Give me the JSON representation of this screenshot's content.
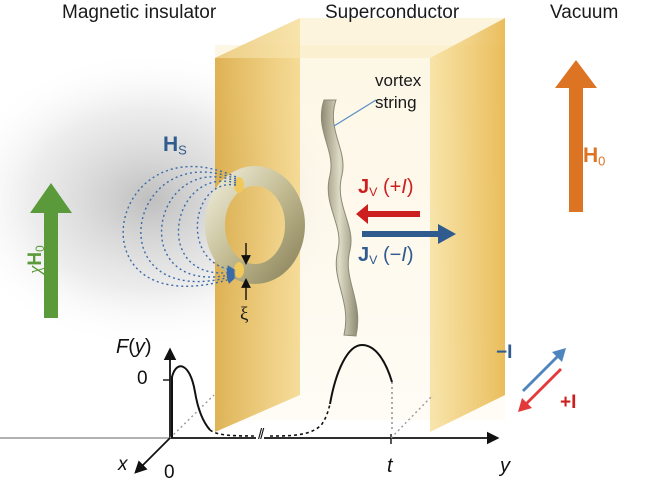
{
  "regions": {
    "magnetic_insulator": "Magnetic insulator",
    "superconductor": "Superconductor",
    "vacuum": "Vacuum"
  },
  "vortex": {
    "line1": "vortex",
    "line2": "string"
  },
  "stray_field": {
    "symbol": "H",
    "sub": "S"
  },
  "induced_field": {
    "prefix": "χ",
    "symbol": "H",
    "sub": "0"
  },
  "applied_field": {
    "symbol": "H",
    "sub": "0"
  },
  "current_plus": {
    "symbol": "J",
    "sub": "V",
    "suffix_open": " (+",
    "var": "I",
    "suffix_close": ")"
  },
  "current_minus": {
    "symbol": "J",
    "sub": "V",
    "suffix_open": " (−",
    "var": "I",
    "suffix_close": ")"
  },
  "core_size": "ξ",
  "plot": {
    "f_label": "F",
    "f_arg_open": "(",
    "f_var": "y",
    "f_arg_close": ")",
    "zero_f": "0",
    "zero_y": "0",
    "axis_x": "x",
    "axis_y": "y",
    "thickness": "t",
    "break_mark": "//"
  },
  "legend": {
    "minus": "−I",
    "plus": "+I"
  },
  "colors": {
    "gold": "#e8b84a",
    "blue": "#2f5b8e",
    "red": "#cc1f1f",
    "orange": "#dd7424",
    "green": "#5a9a3a",
    "dotted_blue": "#3a6aa8"
  }
}
